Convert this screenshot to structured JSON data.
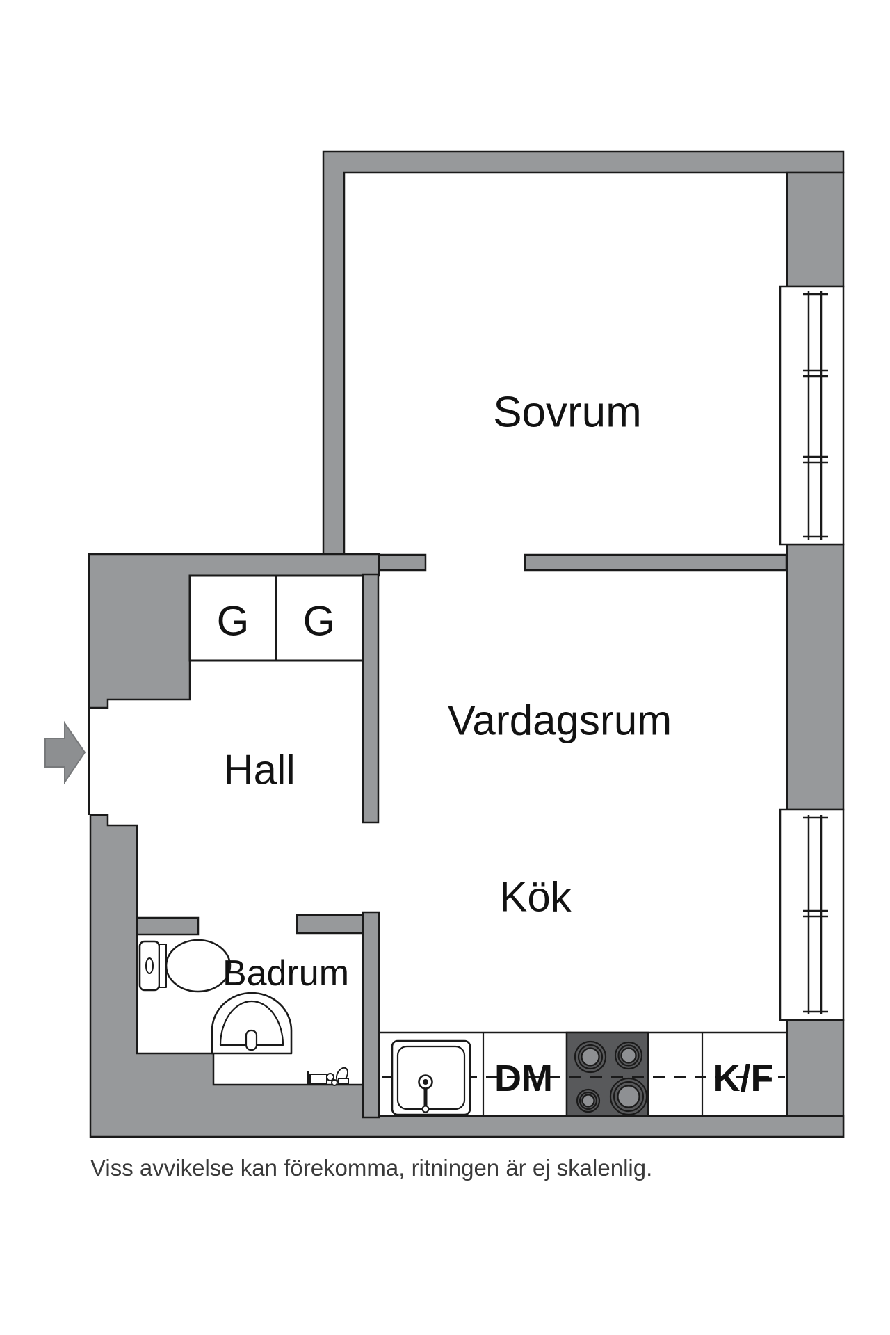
{
  "floorplan": {
    "rooms": [
      {
        "id": "sovrum",
        "label": "Sovrum"
      },
      {
        "id": "vardagsrum",
        "label": "Vardagsrum"
      },
      {
        "id": "hall",
        "label": "Hall"
      },
      {
        "id": "kok",
        "label": "Kök"
      },
      {
        "id": "badrum",
        "label": "Badrum"
      }
    ],
    "closets": [
      {
        "id": "g1",
        "label": "G"
      },
      {
        "id": "g2",
        "label": "G"
      }
    ],
    "appliances": [
      {
        "id": "dm",
        "label": "DM"
      },
      {
        "id": "kf",
        "label": "K/F"
      }
    ],
    "fixtures": [
      "toilet",
      "bathroom-sink",
      "kitchen-sink",
      "stove-hob",
      "washer-tap"
    ],
    "windows": [
      "sovrum-window",
      "kok-window"
    ],
    "entry": {
      "symbol": "entry-arrow"
    },
    "disclaimer": "Viss avvikelse kan förekomma, ritningen är ej skalenlig."
  },
  "colors": {
    "wall_gray": "#97999b",
    "outline": "#1a1a1a",
    "hob_dark": "#58595b",
    "burner_gray": "#8e9093",
    "arrow_gray": "#8d8f91",
    "background": "#ffffff",
    "disclaimer_text": "#3a3a3a"
  }
}
